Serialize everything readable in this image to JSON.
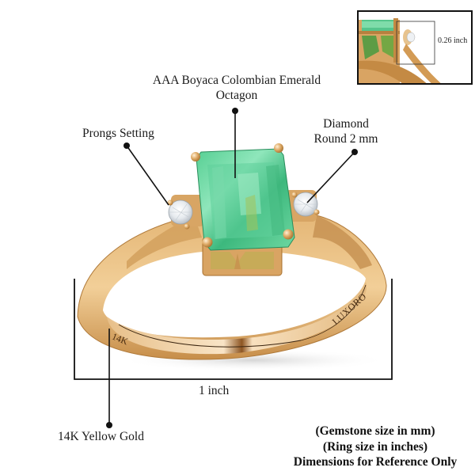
{
  "callouts": {
    "emerald": {
      "line1": "AAA Boyaca Colombian Emerald",
      "line2": "Octagon"
    },
    "prongs": {
      "label": "Prongs Setting"
    },
    "diamond": {
      "line1": "Diamond",
      "line2": "Round 2 mm"
    },
    "metal": {
      "label": "14K Yellow Gold"
    }
  },
  "dimensions": {
    "width_label": "1 inch",
    "inset_height_label": "0.26 inch"
  },
  "engravings": {
    "left": "14K",
    "right": "LUXORO"
  },
  "notes": {
    "line1": "(Gemstone size in mm)",
    "line2": "(Ring size in inches)",
    "line3": "Dimensions for Reference Only"
  },
  "colors": {
    "gold_light": "#efc98f",
    "gold_mid": "#d9a868",
    "gold_dark": "#a8712f",
    "emerald_light": "#7fe0ad",
    "emerald_mid": "#3fbf82",
    "emerald_dark": "#1f8f5c",
    "diamond": "#eef1f4",
    "annotation_line": "#111111"
  }
}
